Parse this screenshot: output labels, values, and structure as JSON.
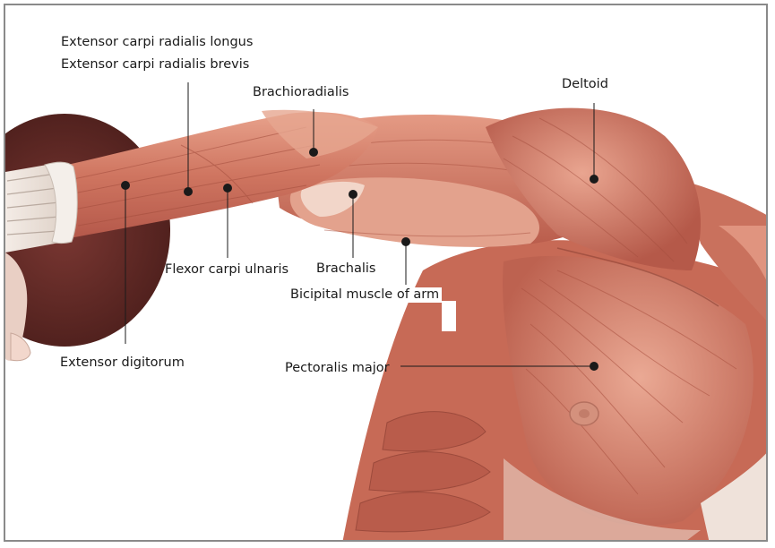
{
  "colors": {
    "muscle_dark": "#b85a47",
    "muscle_mid": "#d88670",
    "muscle_light": "#f0b8a3",
    "tendon": "#ece3dc",
    "disc": "#6b2e2a",
    "pointer": "#1a1a1a"
  },
  "labels": {
    "extensor_carpi_radialis_longus": "Extensor carpi radialis longus",
    "extensor_carpi_radialis_brevis": "Extensor carpi radialis brevis",
    "brachioradialis": "Brachioradialis",
    "deltoid": "Deltoid",
    "flexor_carpi_ulnaris": "Flexor carpi ulnaris",
    "brachalis": "Brachalis",
    "bicipital_muscle_of_arm": "Bicipital muscle of arm",
    "extensor_digitorum": "Extensor digitorum",
    "pectoralis_major": "Pectoralis major"
  }
}
